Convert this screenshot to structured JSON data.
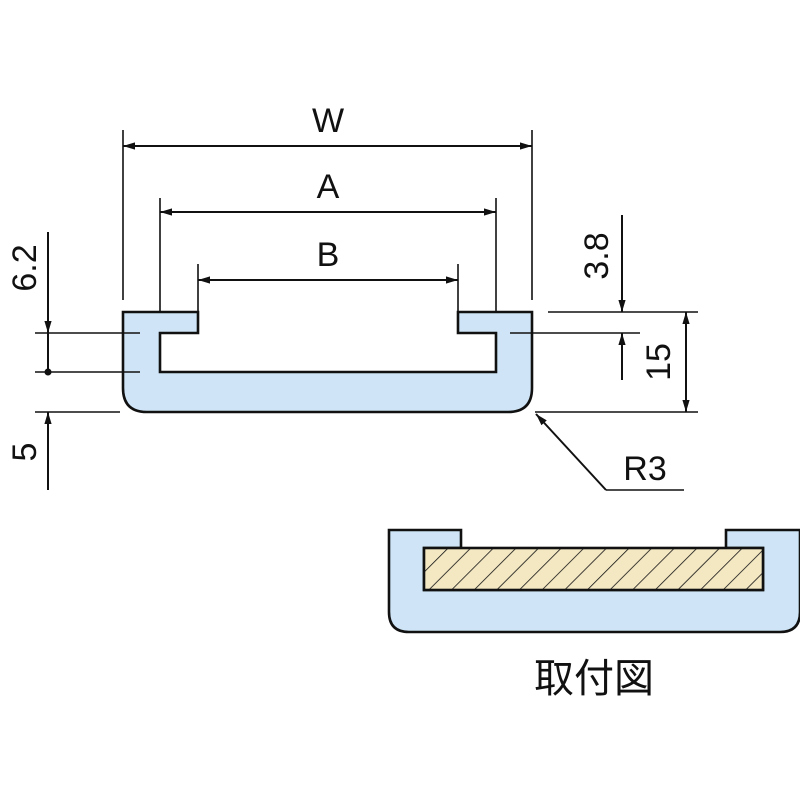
{
  "diagram": {
    "dimensions": {
      "overall_width": "W",
      "inner_width": "A",
      "slot_width": "B",
      "flange_height": "6.2",
      "lip_thickness": "3.8",
      "total_height": "15",
      "base_thickness": "5",
      "corner_radius": "R3"
    },
    "caption": "取付図",
    "colors": {
      "fill": "#cfe5f7",
      "line": "#111111",
      "hatch_fill": "#f4e8c3"
    }
  }
}
